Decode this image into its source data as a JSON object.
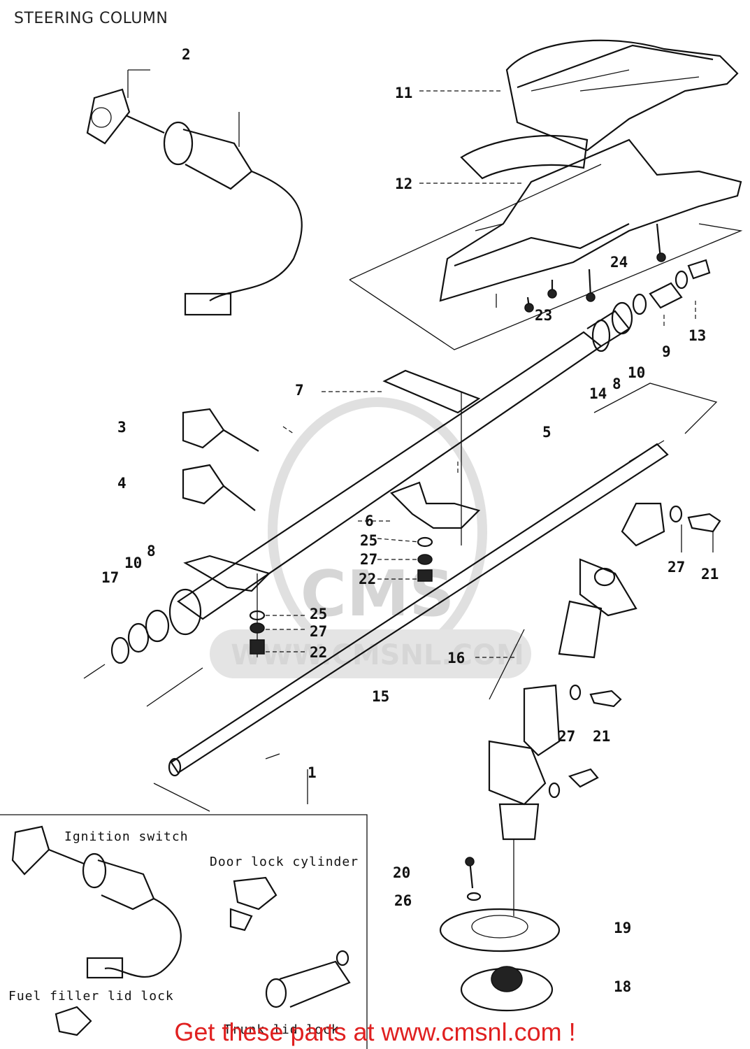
{
  "title": "STEERING COLUMN",
  "footer": "Get these parts at www.cmsnl.com !",
  "watermark": {
    "brand": "CMS",
    "url": "WWW.CMSNL.COM"
  },
  "callouts": {
    "p1": "1",
    "p2": "2",
    "p3": "3",
    "p4": "4",
    "p5": "5",
    "p6": "6",
    "p7": "7",
    "p8a": "8",
    "p8b": "8",
    "p9": "9",
    "p10a": "10",
    "p10b": "10",
    "p11": "11",
    "p12": "12",
    "p13": "13",
    "p14": "14",
    "p15": "15",
    "p16": "16",
    "p17": "17",
    "p18": "18",
    "p19": "19",
    "p20": "20",
    "p21a": "21",
    "p21b": "21",
    "p22a": "22",
    "p22b": "22",
    "p23": "23",
    "p24": "24",
    "p25a": "25",
    "p25b": "25",
    "p26": "26",
    "p27a": "27",
    "p27b": "27",
    "p27c": "27",
    "p27d": "27"
  },
  "inset": {
    "ignition_switch": "Ignition switch",
    "door_lock_cylinder": "Door lock cylinder",
    "fuel_filler_lid_lock": "Fuel filler lid lock",
    "trunk_lid_lock": "Trunk lid lock"
  }
}
